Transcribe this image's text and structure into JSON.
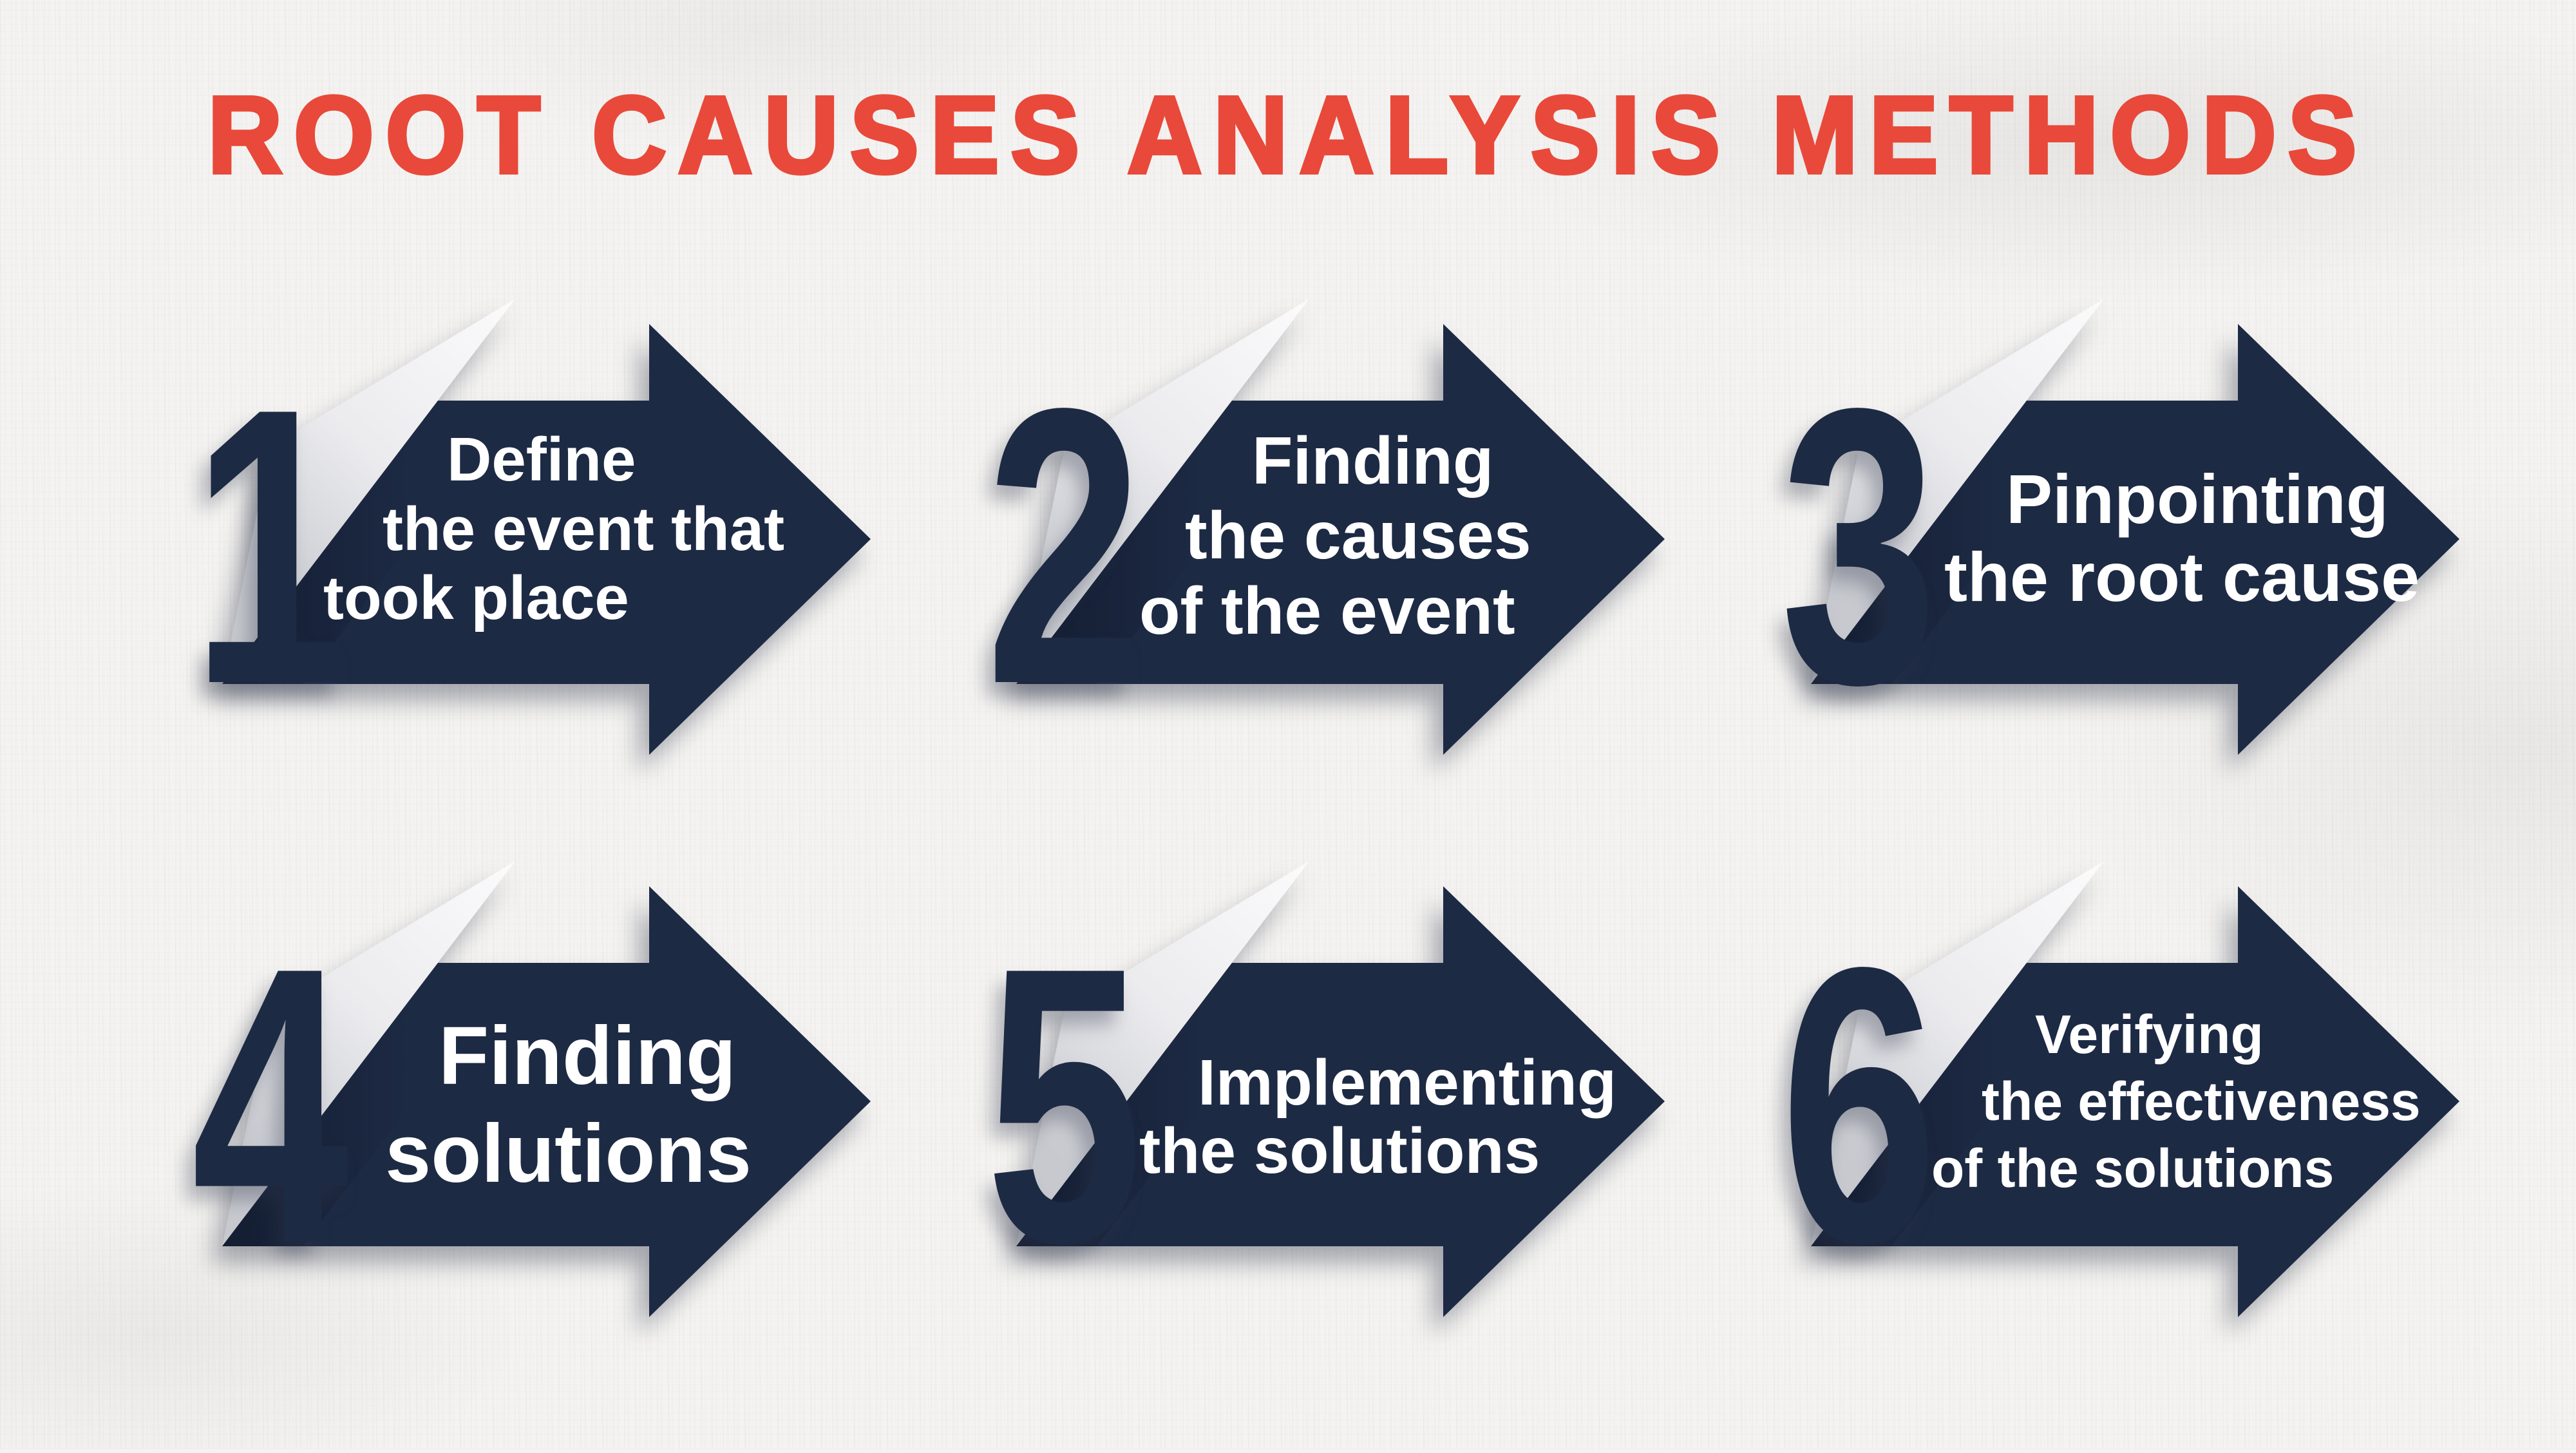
{
  "title": {
    "text": "ROOT CAUSES ANALYSIS METHODS",
    "color": "#e8493a"
  },
  "colors": {
    "arrow_navy": "#1d2a44",
    "background": "#f4f3f1",
    "step_text": "#ffffff",
    "shadow": "rgba(49,55,74,0.40)",
    "fold_highlight": "#fbfbfc"
  },
  "steps": [
    {
      "number": "1",
      "lines": [
        "Define",
        "the event that",
        "took place"
      ]
    },
    {
      "number": "2",
      "lines": [
        "Finding",
        "the causes",
        "of the event"
      ]
    },
    {
      "number": "3",
      "lines": [
        "Pinpointing",
        "the root cause"
      ]
    },
    {
      "number": "4",
      "lines": [
        "Finding",
        "solutions"
      ]
    },
    {
      "number": "5",
      "lines": [
        "Implementing",
        "the solutions"
      ]
    },
    {
      "number": "6",
      "lines": [
        "Verifying",
        "the effectiveness",
        "of the solutions"
      ]
    }
  ]
}
